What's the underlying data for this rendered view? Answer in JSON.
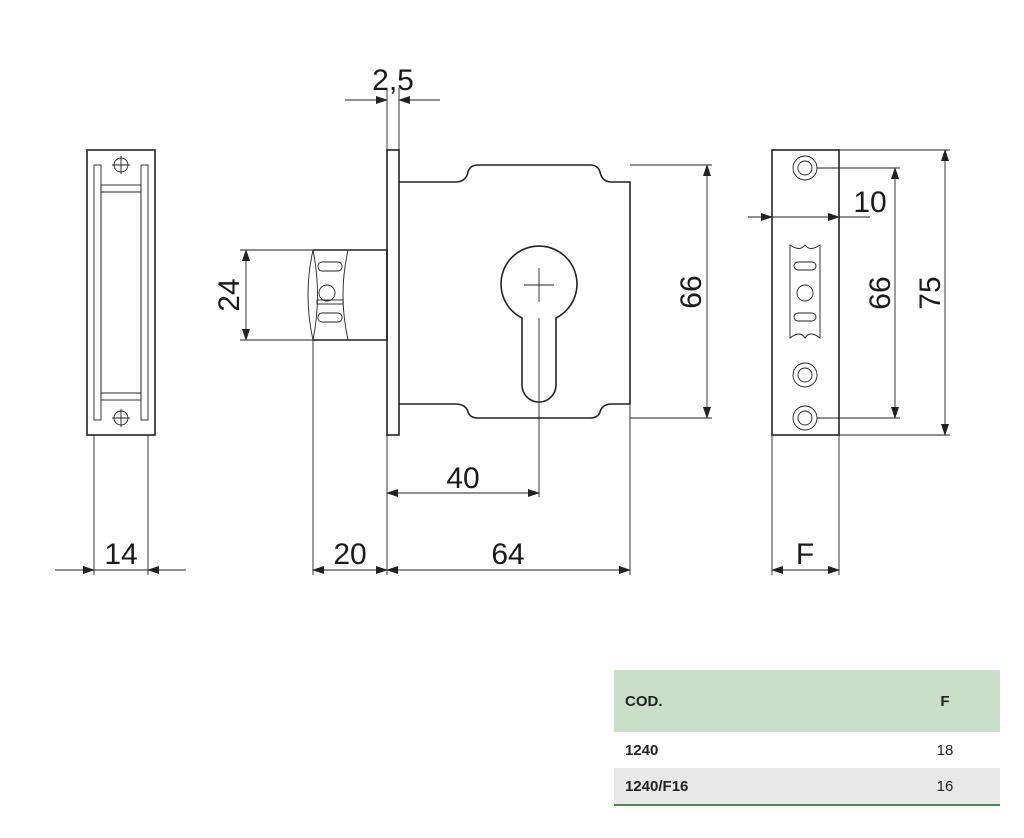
{
  "dimensions": {
    "faceplate_width": "14",
    "backset_extension": "20",
    "body_width": "64",
    "backset": "40",
    "plate_thickness": "2,5",
    "bolt_height": "24",
    "body_height": "66",
    "strike_hole_spacing": "66",
    "strike_height": "75",
    "strike_offset": "10",
    "strike_width": "F"
  },
  "spec_table": {
    "headers": [
      "COD.",
      "F"
    ],
    "rows": [
      [
        "1240",
        "18"
      ],
      [
        "1240/F16",
        "16"
      ]
    ]
  },
  "colors": {
    "header_bg": "#c9dfc7",
    "alt_row_bg": "#e8e8e8",
    "bottom_rule": "#4a8a4a"
  }
}
